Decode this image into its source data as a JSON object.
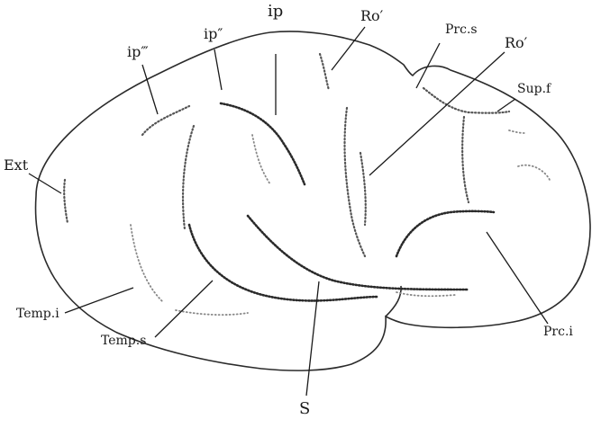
{
  "labels": {
    "ip": "ip",
    "ip2": "ip″",
    "ip3": "ip‴",
    "ro_top": "Ro′",
    "prc_s": "Prc.s",
    "ro_right": "Ro′",
    "sup_f": "Sup.f",
    "ext": "Ext",
    "temp_i": "Temp.i",
    "temp_s": "Temp.s",
    "s": "S",
    "prc_i": "Prc.i"
  }
}
